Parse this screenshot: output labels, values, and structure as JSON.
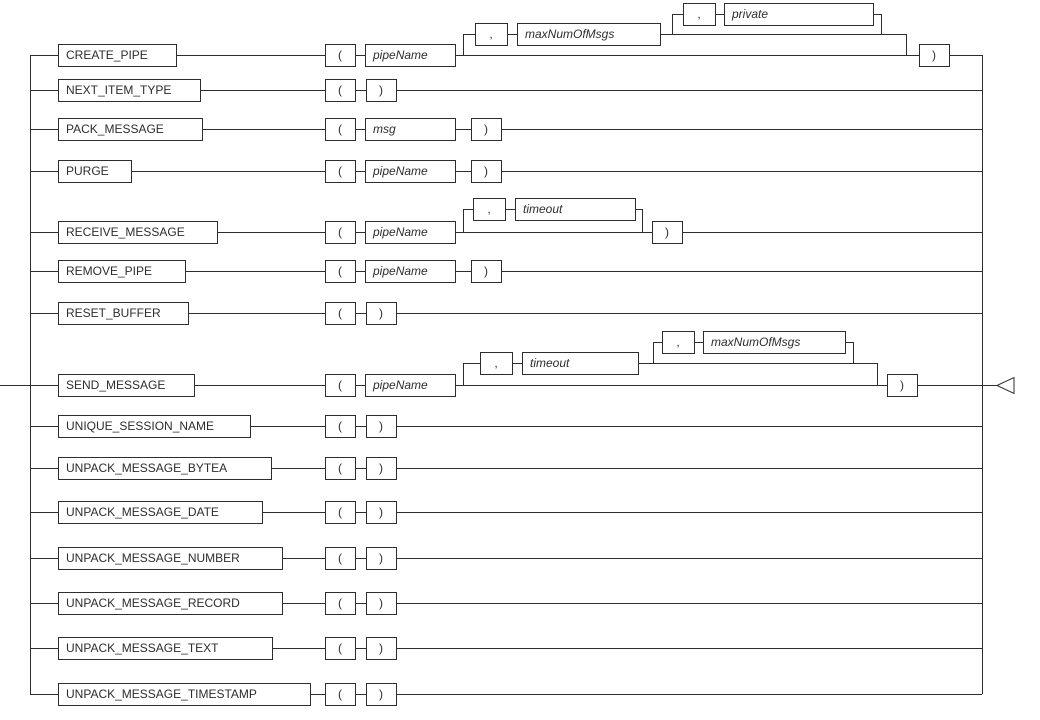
{
  "diagram": {
    "kind": "railroad-syntax-diagram",
    "symbols": {
      "open_paren": "(",
      "close_paren": ")",
      "separator": ",",
      "terminator_icon": "left-open-triangle"
    },
    "colors": {
      "line": "#2d2d2d",
      "box_fill": "#ffffff",
      "text": "#2d2d2d",
      "background": "#ffffff"
    },
    "rows": [
      {
        "name": "CREATE_PIPE",
        "params": [
          "pipeName"
        ],
        "optionals": [
          "maxNumOfMsgs",
          "private"
        ]
      },
      {
        "name": "NEXT_ITEM_TYPE",
        "params": [],
        "optionals": []
      },
      {
        "name": "PACK_MESSAGE",
        "params": [
          "msg"
        ],
        "optionals": []
      },
      {
        "name": "PURGE",
        "params": [
          "pipeName"
        ],
        "optionals": []
      },
      {
        "name": "RECEIVE_MESSAGE",
        "params": [
          "pipeName"
        ],
        "optionals": [
          "timeout"
        ]
      },
      {
        "name": "REMOVE_PIPE",
        "params": [
          "pipeName"
        ],
        "optionals": []
      },
      {
        "name": "RESET_BUFFER",
        "params": [],
        "optionals": []
      },
      {
        "name": "SEND_MESSAGE",
        "params": [
          "pipeName"
        ],
        "optionals": [
          "timeout",
          "maxNumOfMsgs"
        ]
      },
      {
        "name": "UNIQUE_SESSION_NAME",
        "params": [],
        "optionals": []
      },
      {
        "name": "UNPACK_MESSAGE_BYTEA",
        "params": [],
        "optionals": []
      },
      {
        "name": "UNPACK_MESSAGE_DATE",
        "params": [],
        "optionals": []
      },
      {
        "name": "UNPACK_MESSAGE_NUMBER",
        "params": [],
        "optionals": []
      },
      {
        "name": "UNPACK_MESSAGE_RECORD",
        "params": [],
        "optionals": []
      },
      {
        "name": "UNPACK_MESSAGE_TEXT",
        "params": [],
        "optionals": []
      },
      {
        "name": "UNPACK_MESSAGE_TIMESTAMP",
        "params": [],
        "optionals": []
      }
    ]
  }
}
